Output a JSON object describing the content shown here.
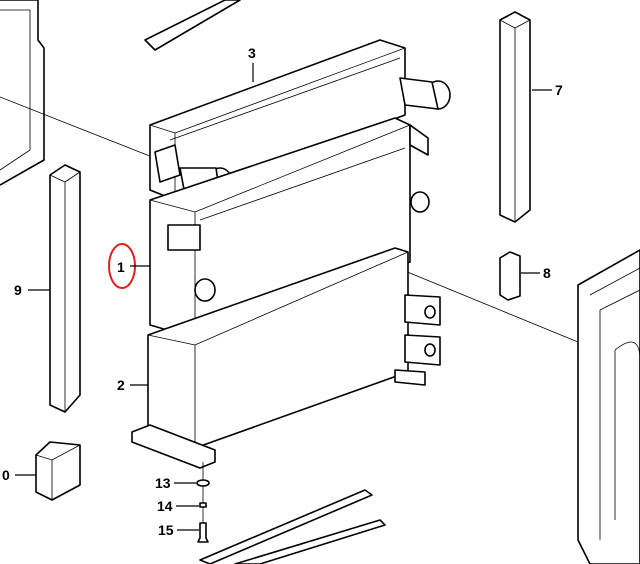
{
  "diagram": {
    "callouts": [
      {
        "id": "label-3",
        "text": "3"
      },
      {
        "id": "label-7",
        "text": "7"
      },
      {
        "id": "label-1",
        "text": "1",
        "highlighted": true
      },
      {
        "id": "label-9",
        "text": "9"
      },
      {
        "id": "label-8",
        "text": "8"
      },
      {
        "id": "label-2",
        "text": "2"
      },
      {
        "id": "label-10",
        "text": "0"
      },
      {
        "id": "label-13",
        "text": "13"
      },
      {
        "id": "label-14",
        "text": "14"
      },
      {
        "id": "label-15",
        "text": "15"
      }
    ],
    "highlight_color": "#e02020"
  }
}
